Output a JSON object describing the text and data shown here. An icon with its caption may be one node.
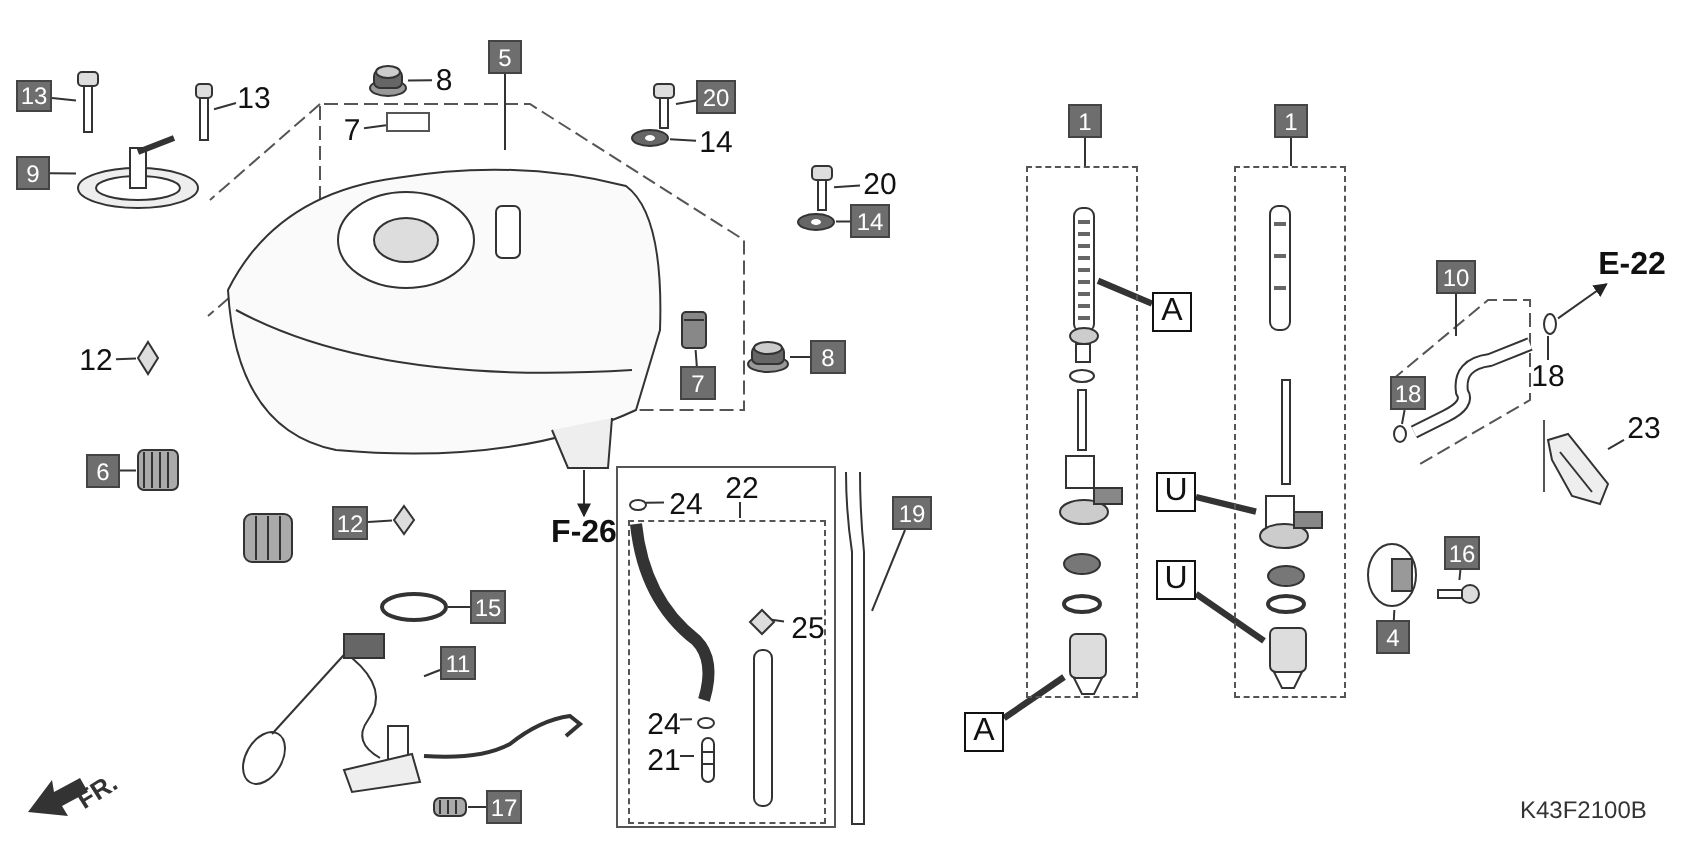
{
  "diagram": {
    "nodes": [
      {
        "text": [
          "13"
        ]
      },
      {
        "text": [],
        "shape": "picture"
      },
      {
        "text": [
          "13"
        ]
      },
      {
        "text": [],
        "shape": "picture"
      },
      {
        "text": [
          "8"
        ]
      },
      {
        "text": [],
        "shape": "cylinder"
      },
      {
        "text": [
          "5"
        ]
      },
      {
        "text": [],
        "shape": "picture"
      },
      {
        "text": [
          "20"
        ]
      },
      {
        "text": [],
        "shape": "picture"
      },
      {
        "text": [
          "9"
        ]
      },
      {
        "text": [],
        "shape": "picture"
      },
      {
        "text": [
          "7"
        ]
      },
      {
        "text": [],
        "shape": "box"
      },
      {
        "text": [
          "14"
        ]
      },
      {
        "text": [],
        "shape": "picture"
      },
      {
        "text": [
          "20"
        ]
      },
      {
        "text": [],
        "shape": "picture"
      },
      {
        "text": [
          "14"
        ]
      },
      {
        "text": [],
        "shape": "picture"
      },
      {
        "text": [
          "12"
        ]
      },
      {
        "text": [],
        "shape": "picture"
      },
      {
        "text": [
          "8"
        ]
      },
      {
        "text": [],
        "shape": "cylinder"
      },
      {
        "text": [
          "7"
        ]
      },
      {
        "text": [],
        "shape": "picture"
      },
      {
        "text": [
          "6"
        ]
      },
      {
        "text": [],
        "shape": "picture"
      },
      {
        "text": [
          "12"
        ]
      },
      {
        "text": [],
        "shape": "picture"
      },
      {
        "text": [
          "F-26"
        ]
      },
      {
        "text": [],
        "shape": "box"
      },
      {
        "text": [
          "24"
        ],
        "in": 31
      },
      {
        "text": [],
        "shape": "circle",
        "in": 31
      },
      {
        "text": [
          "22"
        ],
        "in": 31
      },
      {
        "text": [],
        "shape": "box",
        "in": 31
      },
      {
        "text": [
          "25"
        ],
        "in": 35
      },
      {
        "text": [],
        "shape": "picture",
        "in": 35
      },
      {
        "text": [
          "24"
        ],
        "in": 35
      },
      {
        "text": [],
        "shape": "circle",
        "in": 35
      },
      {
        "text": [
          "21"
        ],
        "in": 35
      },
      {
        "text": [],
        "shape": "picture",
        "in": 35
      },
      {
        "text": [
          "19"
        ]
      },
      {
        "text": [],
        "shape": "picture"
      },
      {
        "text": [
          "15"
        ]
      },
      {
        "text": [],
        "shape": "circle"
      },
      {
        "text": [
          "11"
        ]
      },
      {
        "text": [],
        "shape": "picture"
      },
      {
        "text": [
          "17"
        ]
      },
      {
        "text": [],
        "shape": "picture"
      },
      {
        "text": [
          "1"
        ]
      },
      {
        "text": [],
        "shape": "box"
      },
      {
        "text": [],
        "shape": "picture",
        "in": 51
      },
      {
        "text": [
          "A"
        ]
      },
      {
        "text": [],
        "shape": "cylinder",
        "in": 51
      },
      {
        "text": [
          "A"
        ]
      },
      {
        "text": [
          "1"
        ]
      },
      {
        "text": [],
        "shape": "box"
      },
      {
        "text": [],
        "shape": "picture",
        "in": 57
      },
      {
        "text": [
          "U"
        ]
      },
      {
        "text": [],
        "shape": "cylinder",
        "in": 57
      },
      {
        "text": [
          "U"
        ]
      },
      {
        "text": [
          "10"
        ]
      },
      {
        "text": [],
        "shape": "picture"
      },
      {
        "text": [
          "E-22"
        ]
      },
      {
        "text": [
          "18"
        ]
      },
      {
        "text": [],
        "shape": "circle"
      },
      {
        "text": [
          "18"
        ]
      },
      {
        "text": [],
        "shape": "circle"
      },
      {
        "text": [
          "23"
        ]
      },
      {
        "text": [],
        "shape": "picture"
      },
      {
        "text": [
          "16"
        ]
      },
      {
        "text": [],
        "shape": "picture"
      },
      {
        "text": [
          "4"
        ]
      },
      {
        "text": [],
        "shape": "picture"
      }
    ],
    "edges": [
      {
        "from": 0,
        "to": 1,
        "arrow": "none"
      },
      {
        "from": 2,
        "to": 3,
        "arrow": "none"
      },
      {
        "from": 4,
        "to": 5,
        "arrow": "none"
      },
      {
        "from": 6,
        "to": 7,
        "arrow": "none"
      },
      {
        "from": 8,
        "to": 9,
        "arrow": "none"
      },
      {
        "from": 10,
        "to": 11,
        "arrow": "none"
      },
      {
        "from": 12,
        "to": 13,
        "arrow": "none"
      },
      {
        "from": 14,
        "to": 15,
        "arrow": "none"
      },
      {
        "from": 16,
        "to": 17,
        "arrow": "none"
      },
      {
        "from": 18,
        "to": 19,
        "arrow": "none"
      },
      {
        "from": 20,
        "to": 21,
        "arrow": "none"
      },
      {
        "from": 22,
        "to": 23,
        "arrow": "none"
      },
      {
        "from": 24,
        "to": 25,
        "arrow": "none"
      },
      {
        "from": 26,
        "to": 27,
        "arrow": "none"
      },
      {
        "from": 28,
        "to": 29,
        "arrow": "none"
      },
      {
        "from": 7,
        "to": 30,
        "arrow": "to"
      },
      {
        "from": 32,
        "to": 33,
        "arrow": "none"
      },
      {
        "from": 34,
        "to": 35,
        "arrow": "none"
      },
      {
        "from": 36,
        "to": 37,
        "arrow": "none"
      },
      {
        "from": 38,
        "to": 39,
        "arrow": "none"
      },
      {
        "from": 40,
        "to": 41,
        "arrow": "none"
      },
      {
        "from": 42,
        "to": 43,
        "arrow": "none"
      },
      {
        "from": 44,
        "to": 45,
        "arrow": "none"
      },
      {
        "from": 46,
        "to": 47,
        "arrow": "none"
      },
      {
        "from": 48,
        "to": 49,
        "arrow": "none"
      },
      {
        "from": 50,
        "to": 51,
        "arrow": "none"
      },
      {
        "from": 53,
        "to": 52,
        "arrow": "none",
        "style": "thick"
      },
      {
        "from": 55,
        "to": 54,
        "arrow": "none",
        "style": "thick"
      },
      {
        "from": 56,
        "to": 57,
        "arrow": "none"
      },
      {
        "from": 59,
        "to": 58,
        "arrow": "none",
        "style": "thick"
      },
      {
        "from": 61,
        "to": 60,
        "arrow": "none",
        "style": "thick"
      },
      {
        "from": 62,
        "to": 63,
        "arrow": "none"
      },
      {
        "from": 66,
        "to": 64,
        "arrow": "to"
      },
      {
        "from": 65,
        "to": 66,
        "arrow": "none"
      },
      {
        "from": 67,
        "to": 68,
        "arrow": "none"
      },
      {
        "from": 69,
        "to": 70,
        "arrow": "none"
      },
      {
        "from": 71,
        "to": 72,
        "arrow": "none"
      },
      {
        "from": 73,
        "to": 74,
        "arrow": "none"
      }
    ],
    "labels": [
      "FR.",
      "K43F2100B"
    ]
  }
}
